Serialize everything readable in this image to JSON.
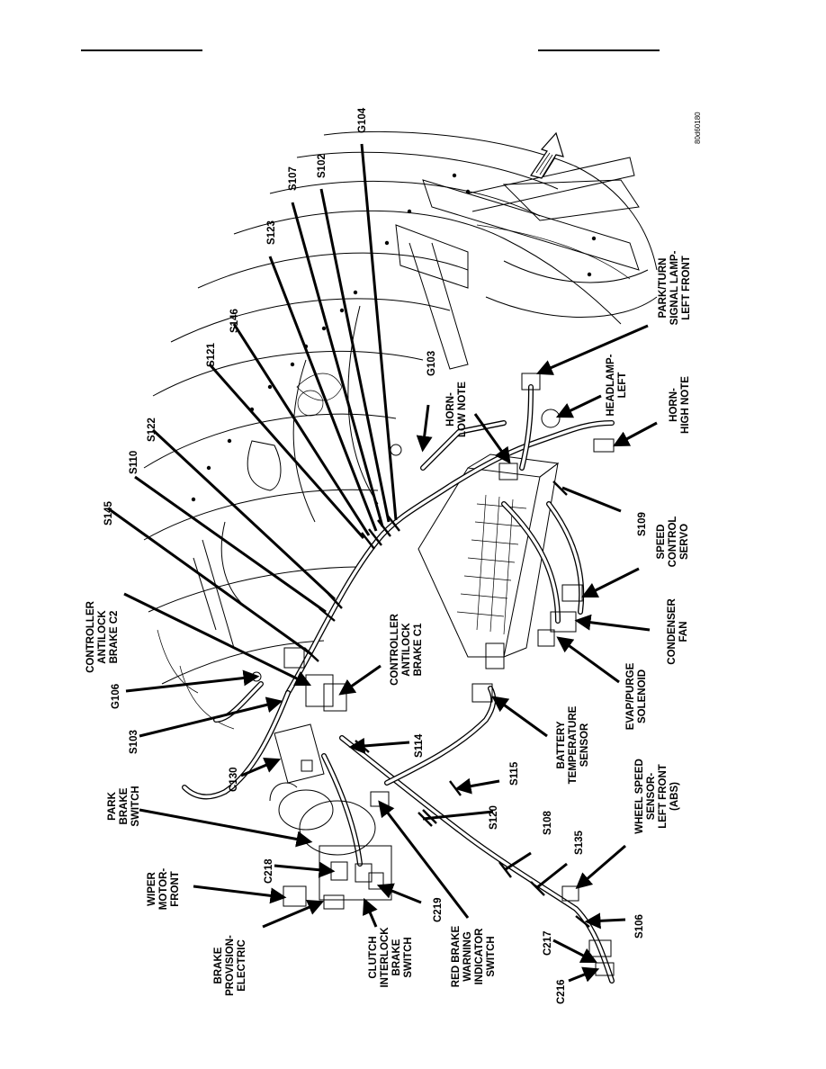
{
  "figure_number": "80d60180",
  "labels": {
    "g104": "G104",
    "s102": "S102",
    "s107": "S107",
    "s123": "S123",
    "s146": "S146",
    "s121": "S121",
    "s122": "S122",
    "s110": "S110",
    "s145": "S145",
    "controller_antilock_brake_c2": [
      "CONTROLLER",
      "ANTILOCK",
      "BRAKE C2"
    ],
    "g106": "G106",
    "s103": "S103",
    "park_brake_switch": [
      "PARK",
      "BRAKE",
      "SWITCH"
    ],
    "c130": "C130",
    "wiper_motor_front": [
      "WIPER",
      "MOTOR-",
      "FRONT"
    ],
    "c218": "C218",
    "brake_provision_electric": [
      "BRAKE",
      "PROVISION-",
      "ELECTRIC"
    ],
    "clutch_interlock_brake_switch": [
      "CLUTCH",
      "INTERLOCK",
      "BRAKE",
      "SWITCH"
    ],
    "c219": "C219",
    "red_brake_warning_indicator_switch": [
      "RED BRAKE",
      "WARNING",
      "INDICATOR",
      "SWITCH"
    ],
    "controller_antilock_brake_c1": [
      "CONTROLLER",
      "ANTILOCK",
      "BRAKE C1"
    ],
    "s114": "S114",
    "s115": "S115",
    "s120": "S120",
    "s108": "S108",
    "s135": "S135",
    "battery_temperature_sensor": [
      "BATTERY",
      "TEMPERATURE",
      "SENSOR"
    ],
    "wheel_speed_sensor_left_front": [
      "WHEEL SPEED",
      "SENSOR-",
      "LEFT FRONT",
      "(ABS)"
    ],
    "s106": "S106",
    "c217": "C217",
    "c216": "C216",
    "evap_purge_solenoid": [
      "EVAP/PURGE",
      "SOLENOID"
    ],
    "condenser_fan": [
      "CONDENSER",
      "FAN"
    ],
    "speed_control_servo": [
      "SPEED",
      "CONTROL",
      "SERVO"
    ],
    "s109": "S109",
    "g103": "G103",
    "horn_low_note": [
      "HORN-",
      "LOW NOTE"
    ],
    "headlamp_left": [
      "HEADLAMP-",
      "LEFT"
    ],
    "horn_high_note": [
      "HORN-",
      "HIGH NOTE"
    ],
    "park_turn_signal_lamp_left_front": [
      "PARK/TURN",
      "SIGNAL LAMP-",
      "LEFT FRONT"
    ]
  }
}
